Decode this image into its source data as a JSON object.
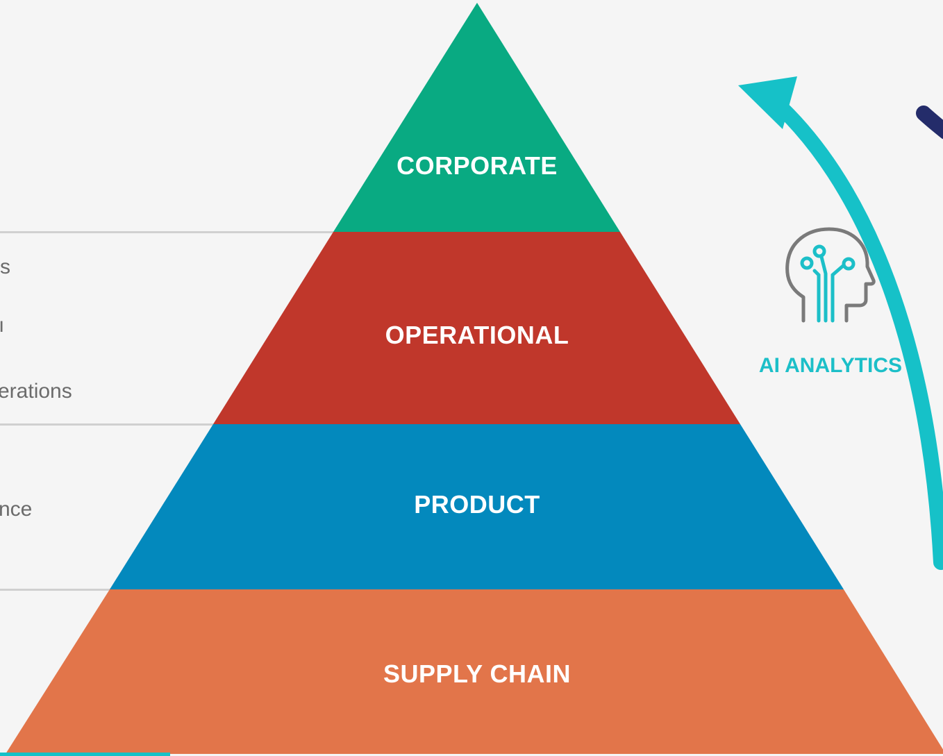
{
  "pyramid": {
    "tiers": [
      {
        "label": "CORPORATE",
        "color": "#09aa82"
      },
      {
        "label": "OPERATIONAL",
        "color": "#c0372b"
      },
      {
        "label": "PRODUCT",
        "color": "#0389bd"
      },
      {
        "label": "SUPPLY CHAIN",
        "color": "#e2754a"
      }
    ]
  },
  "side_text": {
    "row1": "s",
    "row2": "ı",
    "row3": "erations",
    "row4": "nce"
  },
  "ai": {
    "label": "AI ANALYTICS",
    "icon": "ai-head-circuit-icon",
    "accent_color": "#1cbfc8"
  },
  "arrows": {
    "up_arrow_color": "#16c1c8",
    "down_arrow_color": "#242c6a"
  }
}
